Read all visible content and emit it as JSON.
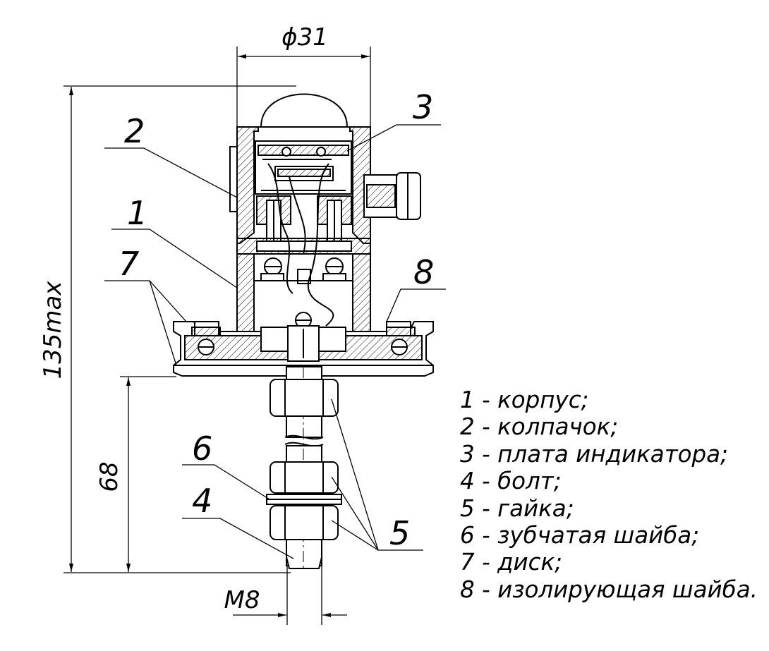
{
  "dimensions": {
    "diameter": "ϕ31",
    "height_max": "135max",
    "bolt_height": "68",
    "thread": "M8"
  },
  "callouts": [
    "1",
    "2",
    "3",
    "4",
    "5",
    "6",
    "7",
    "8"
  ],
  "legend": [
    "1 - корпус;",
    "2 - колпачок;",
    "3 - плата индикатора;",
    "4 - болт;",
    "5 - гайка;",
    "6 - зубчатая шайба;",
    "7 - диск;",
    "8 - изолирующая шайба."
  ]
}
